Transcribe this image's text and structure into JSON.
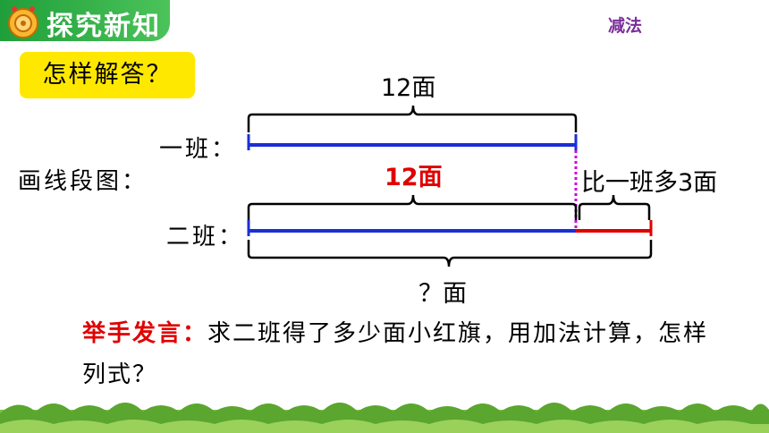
{
  "header": {
    "title": "探究新知",
    "logo_icon": "cartoon-snail-icon"
  },
  "corner_label": "减法",
  "question_box": "怎样解答？",
  "diagram": {
    "method_label": "画线段图：",
    "row1_label": "一班：",
    "row2_label": "二班：",
    "top_total": "12面",
    "class2_part": "12面",
    "extra_label": "比一班多3面",
    "bottom_total": "？面"
  },
  "prompt": {
    "lead": "举手发言：",
    "text": "求二班得了多少面小红旗，用加法计算，怎样列式？"
  },
  "colors": {
    "header": "#2aa745",
    "segment_blue": "#1a2fd6",
    "segment_red": "#e00000",
    "highlight": "#ffe800",
    "dotted": "#d000e0"
  }
}
